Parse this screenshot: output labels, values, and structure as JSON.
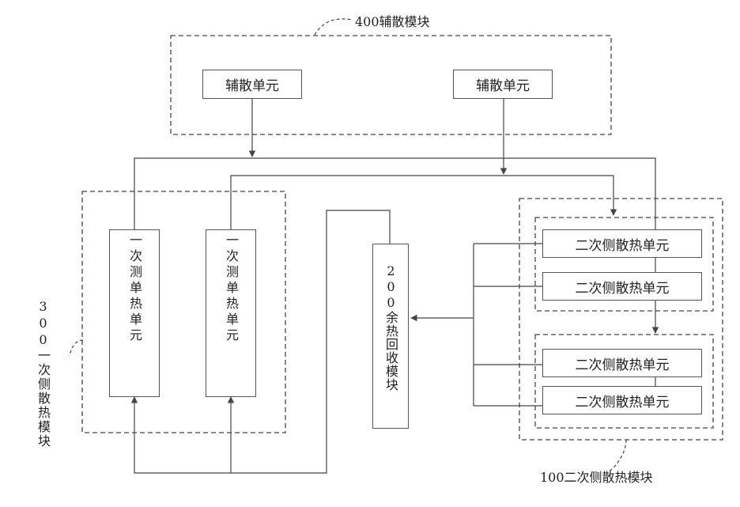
{
  "modules": {
    "m400": {
      "label": "400辅散模块"
    },
    "m300": {
      "label": "300一次侧散热模块"
    },
    "m200": {
      "label": "200余热回收模块"
    },
    "m100": {
      "label": "100二次侧散热模块"
    }
  },
  "units": {
    "aux_left": "辅散单元",
    "aux_right": "辅散单元",
    "primary_left": "一次测单热单元",
    "primary_right": "一次测单热单元",
    "secondary_1": "二次侧散热单元",
    "secondary_2": "二次侧散热单元",
    "secondary_3": "二次侧散热单元",
    "secondary_4": "二次侧散热单元"
  }
}
